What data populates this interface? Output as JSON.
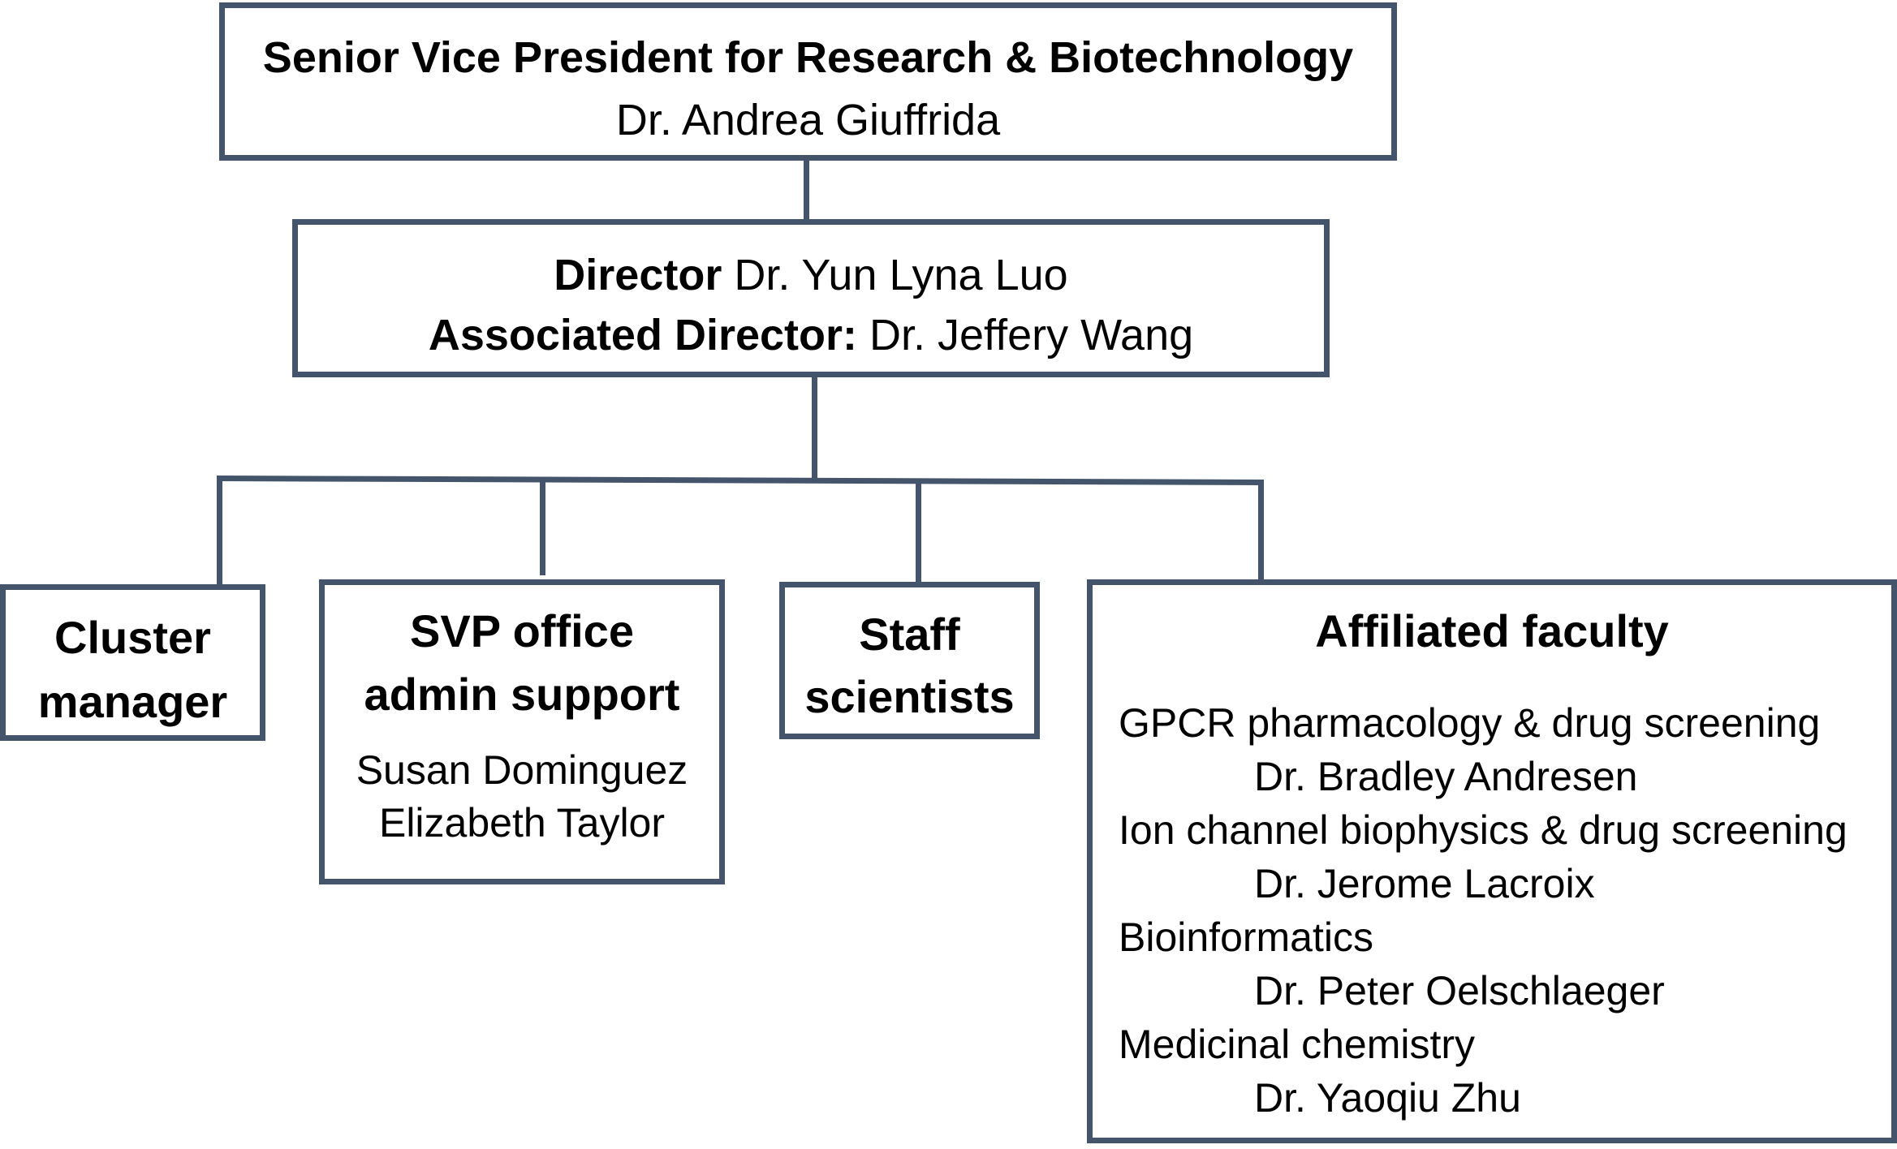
{
  "svp": {
    "title": "Senior Vice President for Research & Biotechnology",
    "name": "Dr. Andrea Giuffrida"
  },
  "director": {
    "director_label": "Director",
    "director_name": " Dr. Yun Lyna Luo",
    "associate_label": "Associated Director:",
    "associate_name": " Dr. Jeffery Wang"
  },
  "cluster_manager": {
    "line1": "Cluster",
    "line2": "manager"
  },
  "admin_support": {
    "line1": "SVP office",
    "line2": "admin support",
    "people": [
      "Susan Dominguez",
      "Elizabeth Taylor"
    ]
  },
  "staff_scientists": {
    "line1": "Staff",
    "line2": "scientists"
  },
  "affiliated_faculty": {
    "heading": "Affiliated faculty",
    "entries": [
      {
        "area": "GPCR pharmacology & drug screening",
        "name": "Dr. Bradley Andresen"
      },
      {
        "area": "Ion channel biophysics & drug screening",
        "name": "Dr. Jerome Lacroix"
      },
      {
        "area": "Bioinformatics",
        "name": "Dr. Peter Oelschlaeger"
      },
      {
        "area": "Medicinal chemistry",
        "name": "Dr. Yaoqiu Zhu"
      }
    ]
  },
  "colors": {
    "box_border": "#44546a",
    "connector": "#44546a",
    "text": "#000000",
    "background": "#ffffff"
  }
}
